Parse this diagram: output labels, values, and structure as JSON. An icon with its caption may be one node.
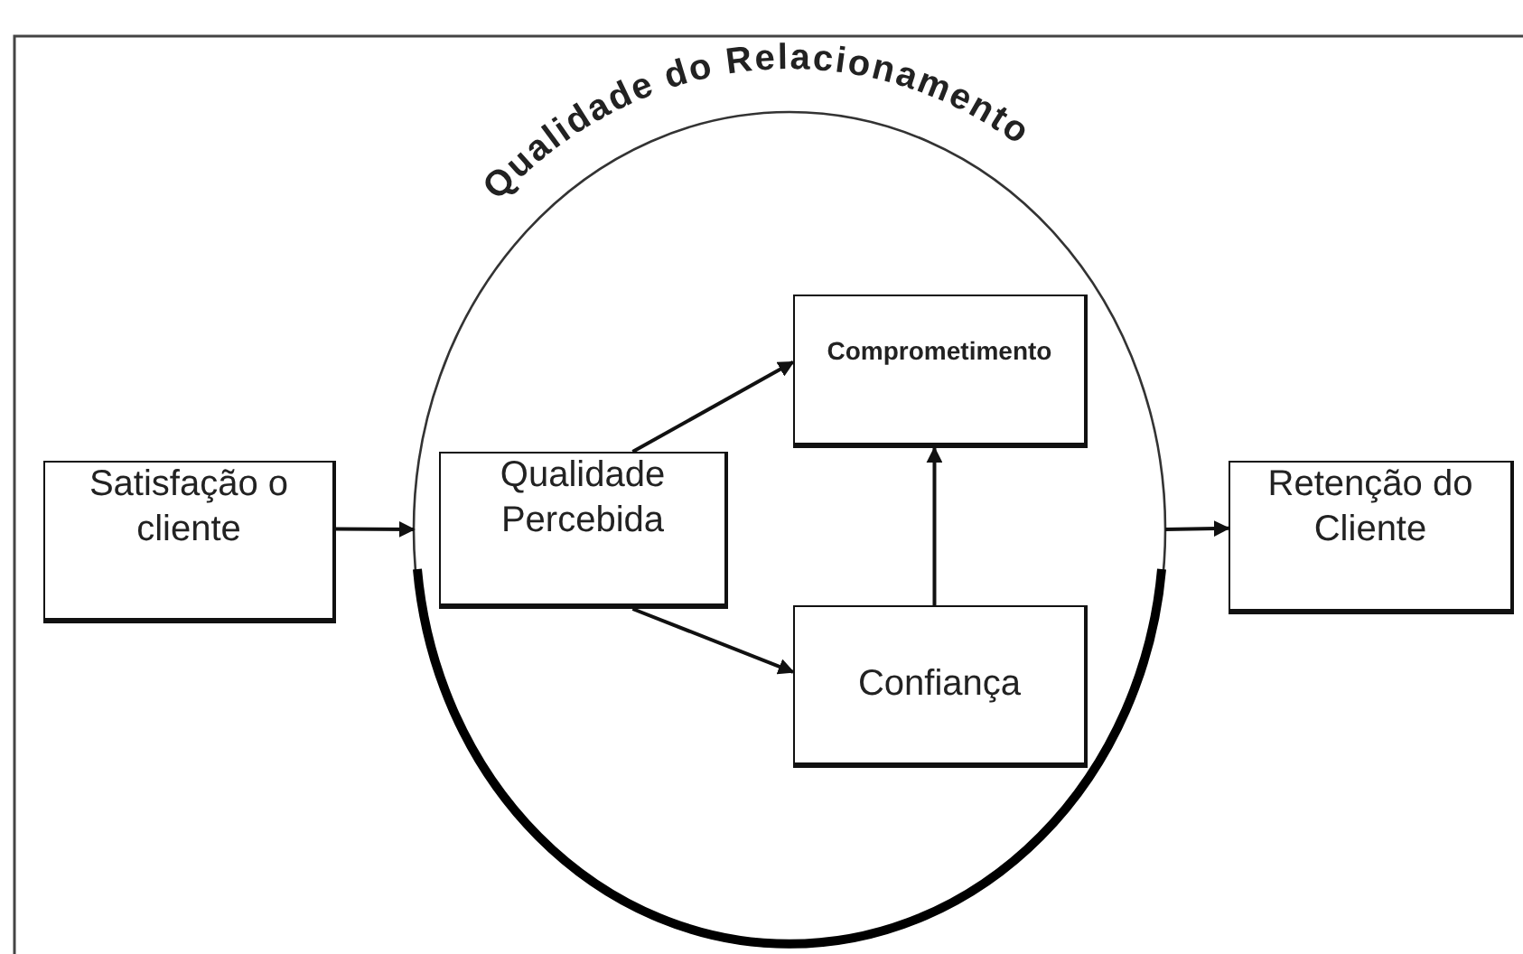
{
  "diagram": {
    "nodes": [
      {
        "text": [
          "Satisfação o cliente"
        ]
      },
      {
        "text": [
          "Qualidade do Relacionamento"
        ]
      },
      {
        "text": [
          "Qualidade Percebida"
        ],
        "in": 1
      },
      {
        "text": [
          "Comprometimento"
        ],
        "in": 1
      },
      {
        "text": [
          "Confiança"
        ],
        "in": 1
      },
      {
        "text": [
          "Retenção do Cliente"
        ]
      }
    ],
    "edges": [
      {
        "from": 0,
        "to": 1,
        "arrow": "to"
      },
      {
        "from": 2,
        "to": 3,
        "arrow": "to"
      },
      {
        "from": 2,
        "to": 4,
        "arrow": "to"
      },
      {
        "from": 4,
        "to": 3,
        "arrow": "to"
      },
      {
        "from": 1,
        "to": 5,
        "arrow": "to"
      }
    ]
  }
}
